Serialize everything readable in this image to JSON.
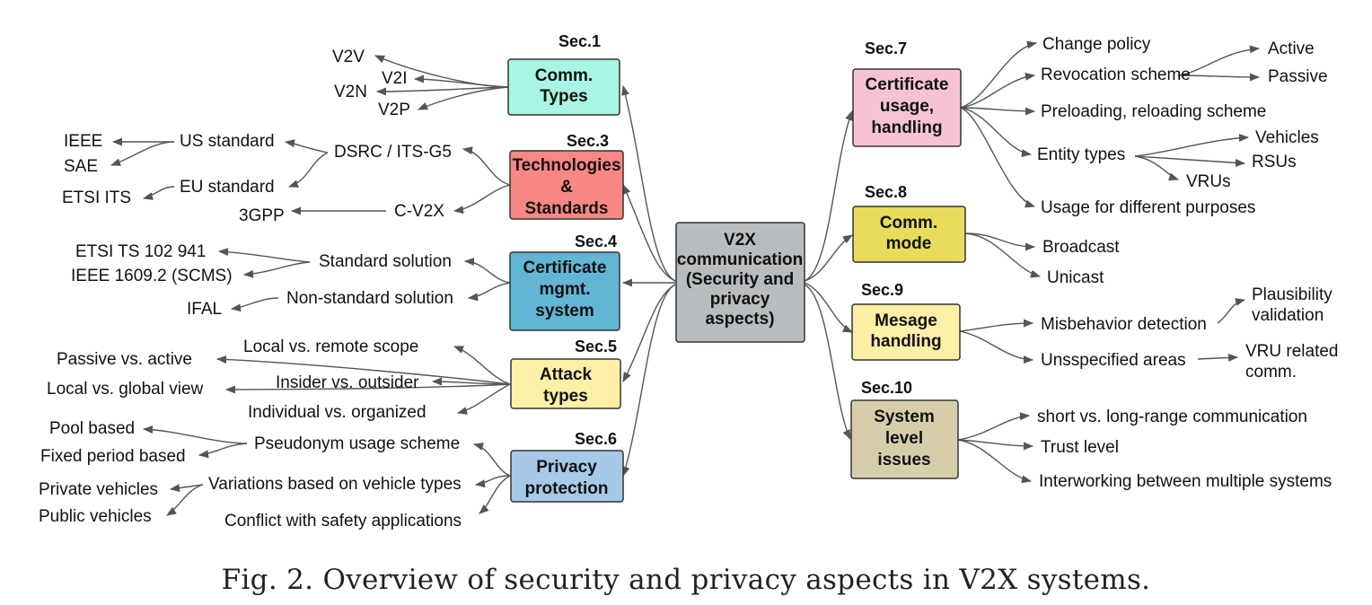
{
  "center": {
    "lines": [
      "V2X",
      "communication",
      "(Security and",
      "privacy",
      "aspects)"
    ],
    "color": "#b9bcbe"
  },
  "sections": {
    "s1": {
      "heading": "Sec.1",
      "lines": [
        "Comm.",
        "Types"
      ],
      "color": "#a8f5e3"
    },
    "s3": {
      "heading": "Sec.3",
      "lines": [
        "Technologies",
        "&",
        "Standards"
      ],
      "color": "#f98784"
    },
    "s4": {
      "heading": "Sec.4",
      "lines": [
        "Certificate",
        "mgmt.",
        "system"
      ],
      "color": "#62b6d4"
    },
    "s5": {
      "heading": "Sec.5",
      "lines": [
        "Attack",
        "types"
      ],
      "color": "#fdf0a6"
    },
    "s6": {
      "heading": "Sec.6",
      "lines": [
        "Privacy",
        "protection"
      ],
      "color": "#a7c9e8"
    },
    "s7": {
      "heading": "Sec.7",
      "lines": [
        "Certificate",
        "usage,",
        "handling"
      ],
      "color": "#f6c3d6"
    },
    "s8": {
      "heading": "Sec.8",
      "lines": [
        "Comm.",
        "mode"
      ],
      "color": "#e8dc5a"
    },
    "s9": {
      "heading": "Sec.9",
      "lines": [
        "Mesage",
        "handling"
      ],
      "color": "#fdf0a6"
    },
    "s10": {
      "heading": "Sec.10",
      "lines": [
        "System",
        "level",
        "issues"
      ],
      "color": "#d7cdab"
    }
  },
  "leaves": {
    "v2v": "V2V",
    "v2i": "V2I",
    "v2n": "V2N",
    "v2p": "V2P",
    "ieee": "IEEE",
    "sae": "SAE",
    "us_std": "US standard",
    "eu_std": "EU standard",
    "etsi_its": "ETSI ITS",
    "dsrc": "DSRC / ITS-G5",
    "c_v2x": "C-V2X",
    "gpp": "3GPP",
    "etsi_ts": "ETSI TS 102 941",
    "ieee_1609": "IEEE 1609.2 (SCMS)",
    "std_solution": "Standard solution",
    "nonstd_solution": "Non-standard solution",
    "ifal": "IFAL",
    "local_remote": "Local vs. remote scope",
    "passive_active": "Passive vs. active",
    "insider_outsider": "Insider vs. outsider",
    "local_global": "Local vs. global view",
    "individual_organized": "Individual vs. organized",
    "pool_based": "Pool based",
    "fixed_period": "Fixed period based",
    "pseudonym_scheme": "Pseudonym usage scheme",
    "variations_vehicle": "Variations based on vehicle types",
    "private_vehicles": "Private vehicles",
    "public_vehicles": "Public vehicles",
    "conflict_safety": "Conflict with safety applications",
    "change_policy": "Change policy",
    "revocation_scheme": "Revocation scheme",
    "active": "Active",
    "passive": "Passive",
    "preloading": "Preloading, reloading scheme",
    "entity_types": "Entity types",
    "vehicles": "Vehicles",
    "rsus": "RSUs",
    "vrus": "VRUs",
    "usage_purposes": "Usage for different purposes",
    "broadcast": "Broadcast",
    "unicast": "Unicast",
    "misbehavior": "Misbehavior detection",
    "plausibility_1": "Plausibility",
    "plausibility_2": "validation",
    "unspecified": "Unsspecified areas",
    "vru_related_1": "VRU related",
    "vru_related_2": "comm.",
    "short_long": "short vs. long-range communication",
    "trust_level": "Trust level",
    "interworking": "Interworking between multiple systems"
  },
  "caption": "Fig. 2.  Overview of security and privacy aspects in V2X systems."
}
